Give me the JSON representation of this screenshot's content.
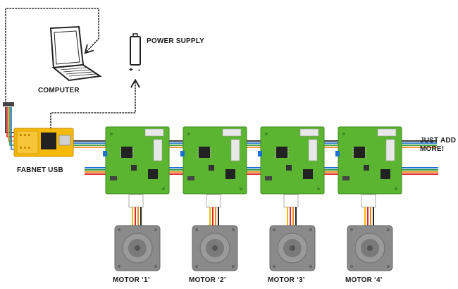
{
  "labels": {
    "computer": "COMPUTER",
    "power_supply": "POWER SUPPLY",
    "fabnet_usb": "FABNET USB",
    "just_add": "JUST ADD",
    "more": "MORE!",
    "polarity_plus": "+",
    "polarity_minus": "-"
  },
  "motors": [
    {
      "label": "MOTOR ‘1’"
    },
    {
      "label": "MOTOR ‘2’"
    },
    {
      "label": "MOTOR ‘3’"
    },
    {
      "label": "MOTOR ‘4’"
    }
  ],
  "icons": {
    "computer": "laptop-icon",
    "power_supply": "battery-icon"
  },
  "colors": {
    "board_green": "#5cb531",
    "usb_orange": "#f5b90a",
    "motor_gray": "#8a8a8a",
    "bus_red": "#e1262b",
    "bus_orange": "#f08a1c",
    "bus_green": "#2e9a3a",
    "bus_blue": "#1e6fd1"
  }
}
